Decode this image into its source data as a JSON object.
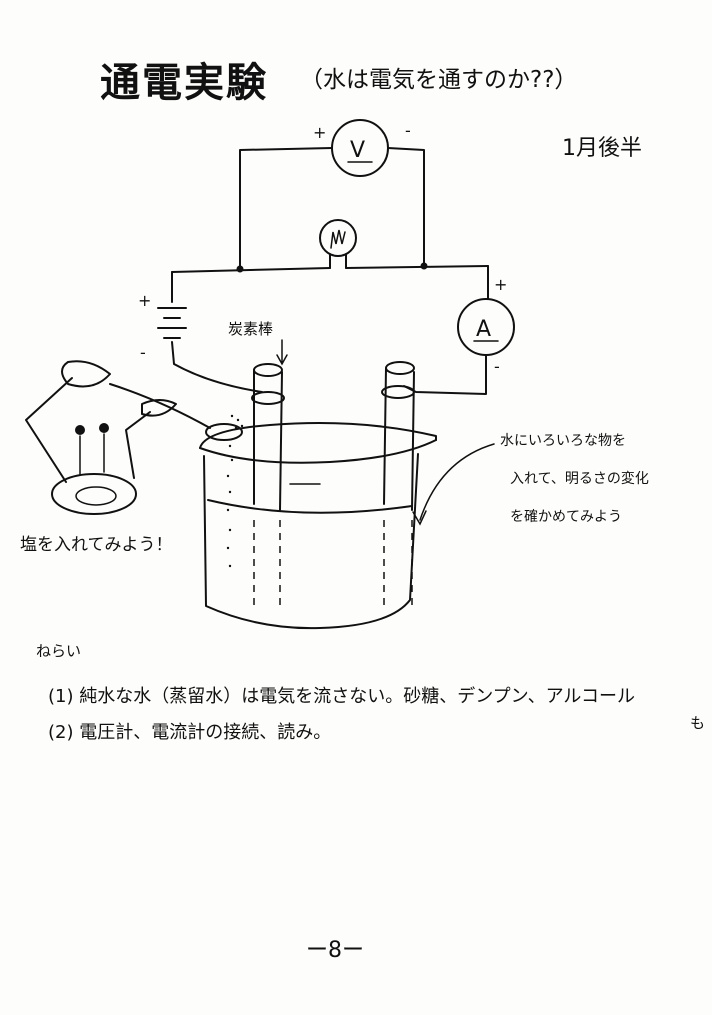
{
  "title": "通電実験",
  "subtitle": "（水は電気を通すのか??）",
  "period": "1月後半",
  "diagram": {
    "voltmeter": {
      "symbol": "V",
      "plus": "+",
      "minus": "-"
    },
    "ammeter": {
      "symbol": "A",
      "plus": "+",
      "minus": "-"
    },
    "battery": {
      "plus": "+",
      "minus": "-"
    },
    "carbon_rod_label": "炭素棒",
    "water_note": [
      "水にいろいろな物を",
      "入れて、明るさの変化",
      "を確かめてみよう"
    ],
    "salt_label": "塩を入れてみよう！"
  },
  "goals": {
    "heading": "ねらい",
    "items": [
      "(1) 純水な水（蒸留水）は電気を流さない。砂糖、デンプン、アルコール",
      "(2) 電圧計、電流計の接続、読み。"
    ],
    "item1_wrap": "も"
  },
  "page_number": "ー8ー"
}
